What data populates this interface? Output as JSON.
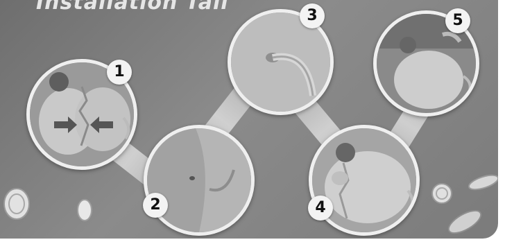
{
  "title": "Installation Tail",
  "steps": [
    {
      "number": "1"
    },
    {
      "number": "2"
    },
    {
      "number": "3"
    },
    {
      "number": "4"
    },
    {
      "number": "5"
    }
  ],
  "colors": {
    "background": "#7f7f7f",
    "circle_border": "#efefef",
    "badge": "#f3f3f3",
    "beam": "#d0d0d0"
  }
}
